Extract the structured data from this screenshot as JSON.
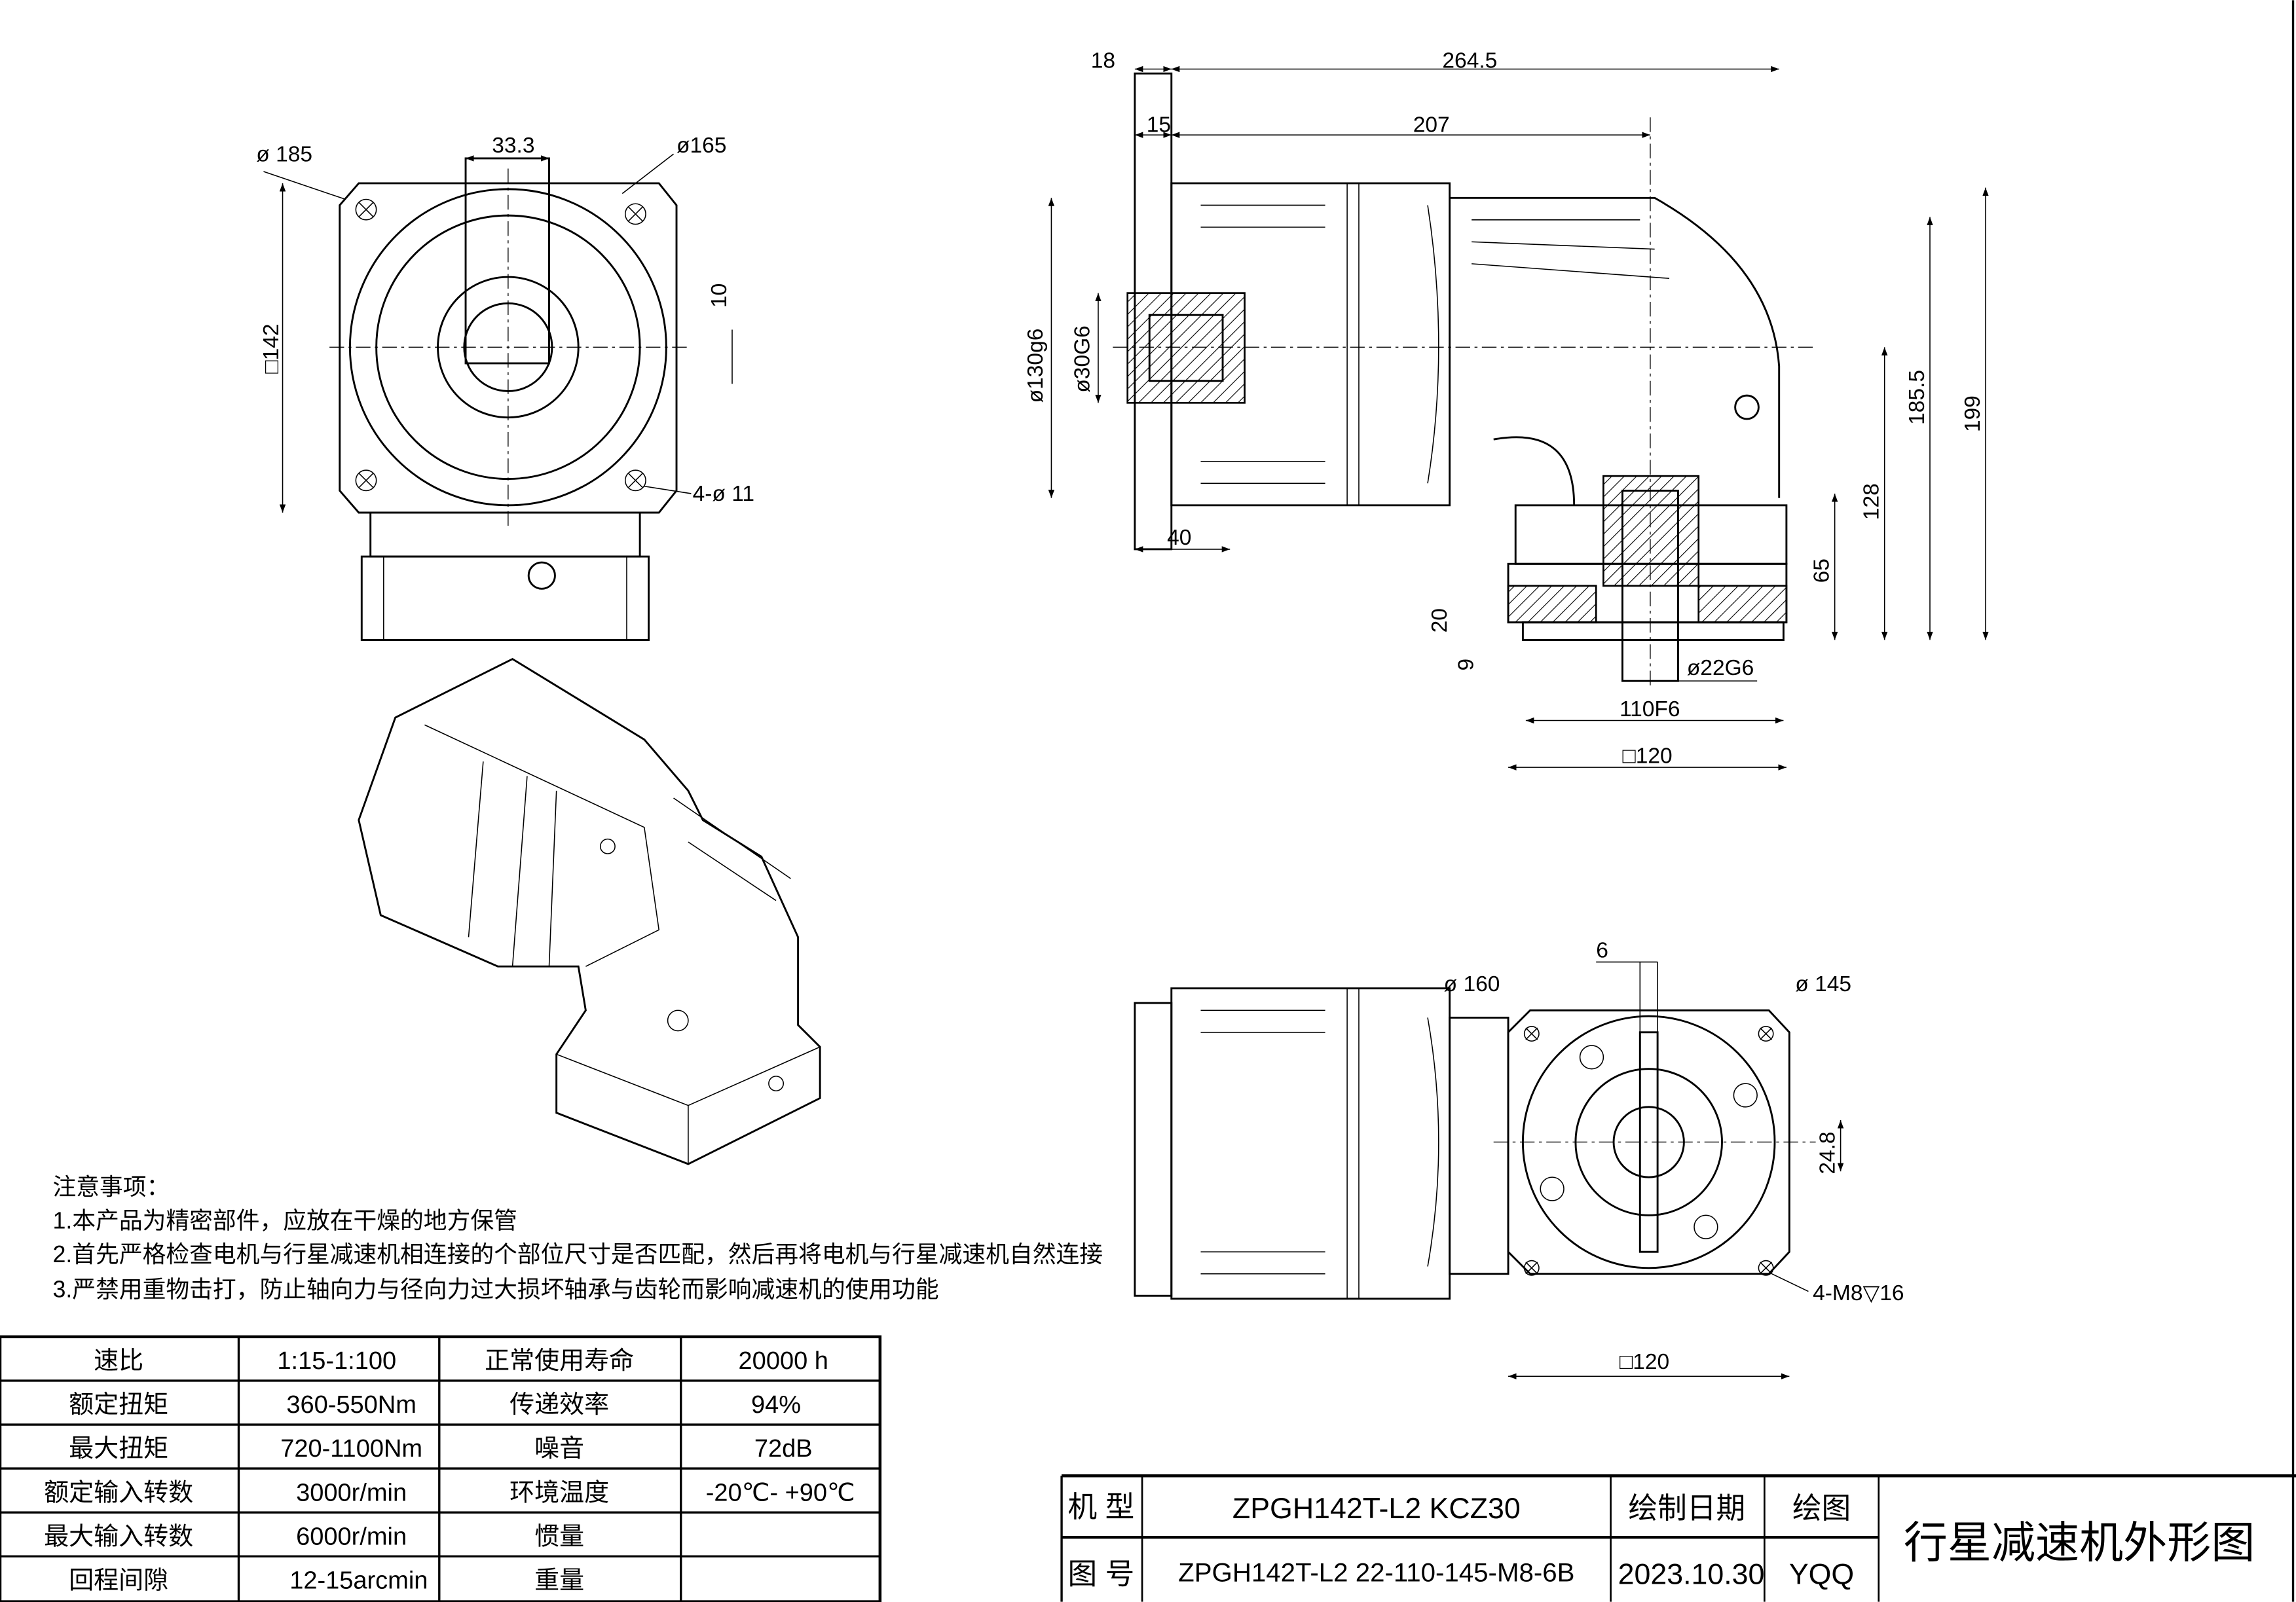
{
  "front_view": {
    "dims": {
      "outer_diameter": "ø 185",
      "key_width": "33.3",
      "pcd": "ø165",
      "key_height": "10",
      "square": "□142",
      "holes": "4-ø 11"
    }
  },
  "side_view": {
    "dims": {
      "flange_thk": "18",
      "total_length": "264.5",
      "pilot": "15",
      "length_207": "207",
      "input_pilot": "ø130g6",
      "input_bore": "ø30G6",
      "flange_width": "40",
      "height_185": "185.5",
      "height_199": "199",
      "height_128": "128",
      "height_65": "65",
      "thk_20": "20",
      "thk_9": "9",
      "output_bore": "ø22G6",
      "output_pilot": "110F6",
      "output_square": "□120"
    }
  },
  "output_view": {
    "dims": {
      "key_width": "6",
      "diameter_160": "ø 160",
      "pcd": "ø 145",
      "key_depth": "24.8",
      "tapped_holes": "4-M8▽16",
      "square": "□120"
    }
  },
  "notes": {
    "title": "注意事项：",
    "items": [
      "1.本产品为精密部件，应放在干燥的地方保管",
      "2.首先严格检查电机与行星减速机相连接的个部位尺寸是否匹配，然后再将电机与行星减速机自然连接",
      "3.严禁用重物击打，防止轴向力与径向力过大损坏轴承与齿轮而影响减速机的使用功能"
    ]
  },
  "spec_table": {
    "rows": [
      [
        "速比",
        "1:15-1:100",
        "正常使用寿命",
        "20000 h"
      ],
      [
        "额定扭矩",
        "360-550Nm",
        "传递效率",
        "94%"
      ],
      [
        "最大扭矩",
        "720-1100Nm",
        "噪音",
        "72dB"
      ],
      [
        "额定输入转数",
        "3000r/min",
        "环境温度",
        "-20℃- +90℃"
      ],
      [
        "最大输入转数",
        "6000r/min",
        "惯量",
        ""
      ],
      [
        "回程间隙",
        "12-15arcmin",
        "重量",
        ""
      ]
    ]
  },
  "title_block": {
    "model_label": "机 型",
    "model": "ZPGH142T-L2 KCZ30",
    "drawing_no_label": "图 号",
    "drawing_no": "ZPGH142T-L2 22-110-145-M8-6B",
    "date_label": "绘制日期",
    "date": "2023.10.30",
    "drawer_label": "绘图",
    "drawer": "YQQ",
    "title": "行星减速机外形图"
  }
}
